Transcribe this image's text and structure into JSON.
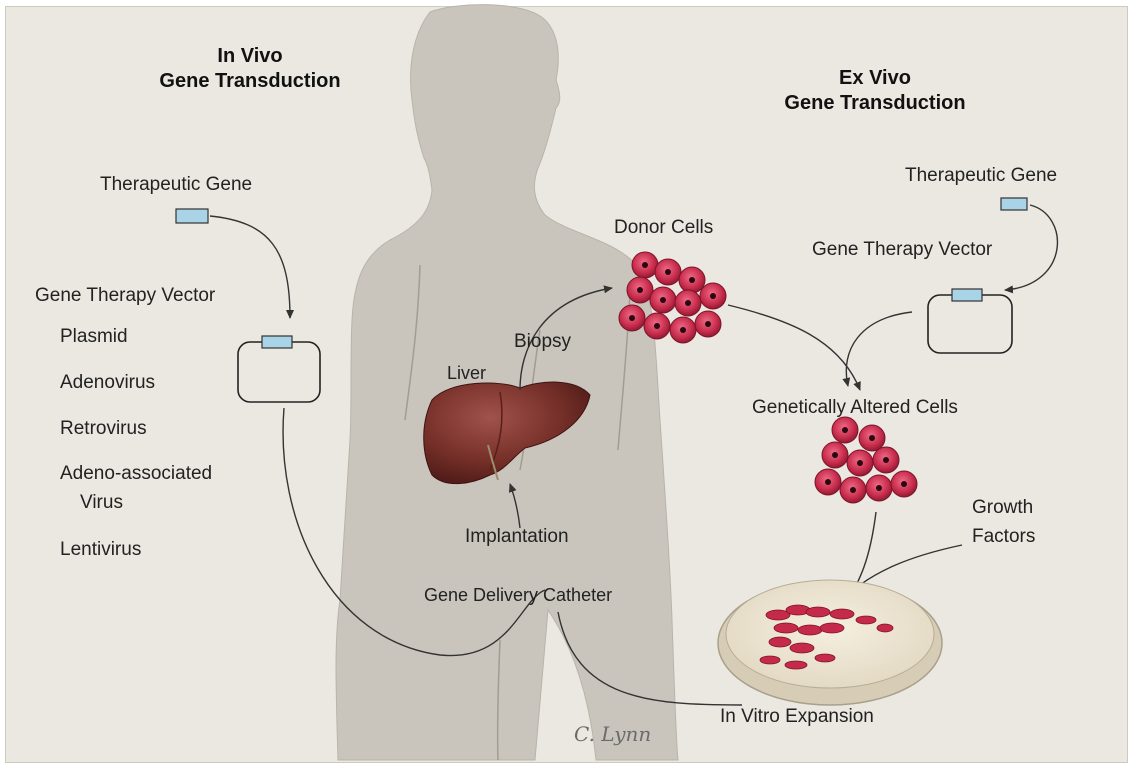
{
  "headers": {
    "in_vivo": {
      "line1": "In Vivo",
      "line2": "Gene Transduction"
    },
    "ex_vivo": {
      "line1": "Ex Vivo",
      "line2": "Gene Transduction"
    }
  },
  "left": {
    "therapeutic_gene": "Therapeutic Gene",
    "vector_title": "Gene Therapy Vector",
    "vectors": [
      "Plasmid",
      "Adenovirus",
      "Retrovirus",
      "Adeno-associated",
      "Virus",
      "Lentivirus"
    ]
  },
  "right": {
    "therapeutic_gene": "Therapeutic Gene",
    "vector_title": "Gene Therapy Vector",
    "donor_cells": "Donor Cells",
    "altered_cells": "Genetically Altered Cells",
    "growth_factors_1": "Growth",
    "growth_factors_2": "Factors",
    "in_vitro": "In Vitro Expansion"
  },
  "center": {
    "liver": "Liver",
    "biopsy": "Biopsy",
    "implantation": "Implantation",
    "catheter": "Gene Delivery Catheter"
  },
  "signature": "C. Lynn",
  "colors": {
    "background": "#ebe8e1",
    "silhouette": "#c9c5bc",
    "liver": "#7a2e2b",
    "cells": "#c23550",
    "gene_box": "#a9d3e6",
    "arrows": "#333333"
  }
}
